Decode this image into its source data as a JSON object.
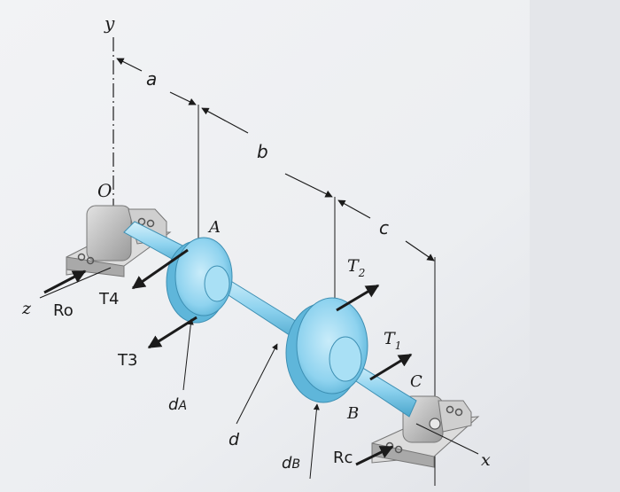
{
  "diagram": {
    "axes": {
      "y": "y",
      "z": "z",
      "x": "x"
    },
    "dimensions": {
      "a": "a",
      "b": "b",
      "c": "c"
    },
    "points": {
      "O": "O",
      "A": "A",
      "B": "B",
      "C": "C"
    },
    "forces": {
      "T1": {
        "base": "T",
        "sub": "1"
      },
      "T2": {
        "base": "T",
        "sub": "2"
      },
      "T3": "T3",
      "T4": "T4",
      "Ro": "Ro",
      "Rc": "Rc"
    },
    "diameters": {
      "dA": {
        "base": "d",
        "sub": "A"
      },
      "d": "d",
      "dB": {
        "base": "d",
        "sub": "B"
      }
    },
    "colors": {
      "shaft": "#8fd3ef",
      "shaft_dark": "#4aa6cc",
      "bearing": "#c8c8c8",
      "bearing_dark": "#8d8d8d",
      "ink": "#1b1b1b"
    }
  }
}
